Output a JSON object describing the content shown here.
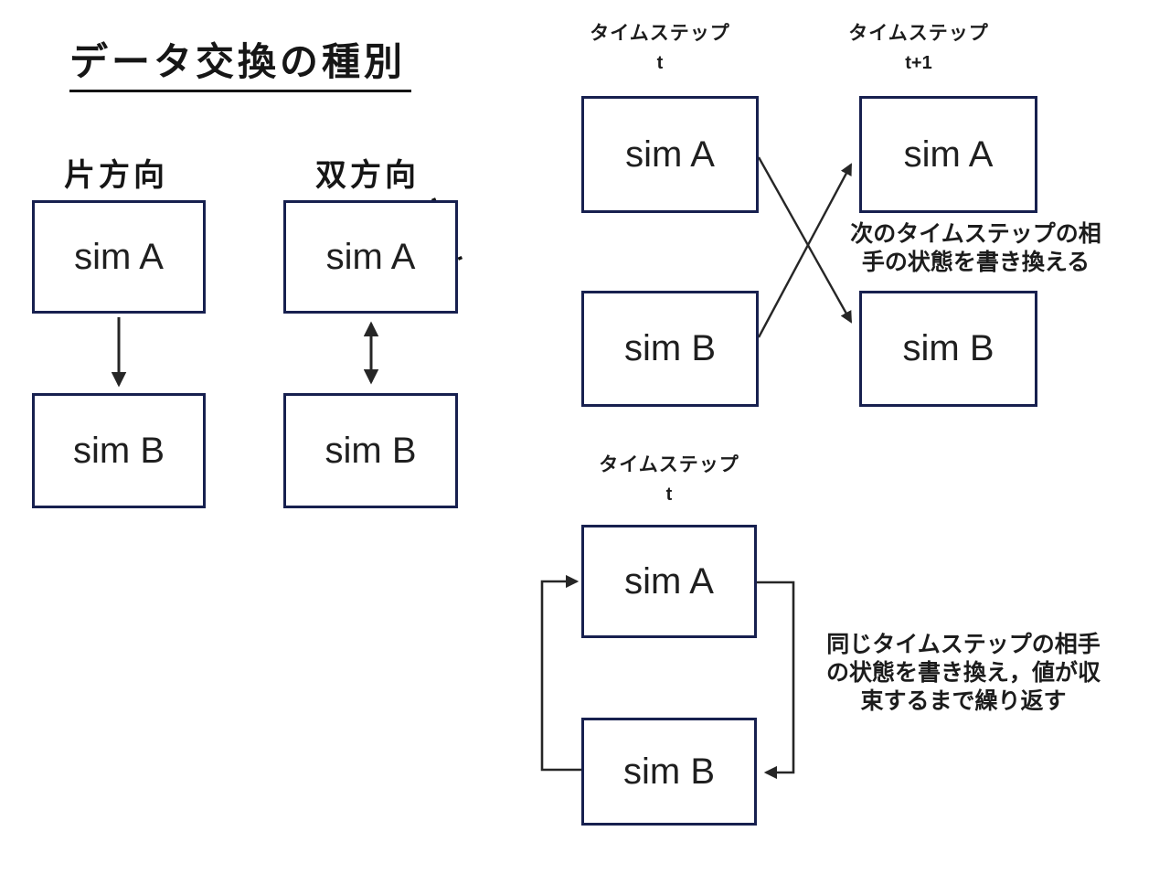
{
  "title": "データ交換の種別",
  "one_way": {
    "heading": "片方向",
    "top_box": "sim A",
    "bottom_box": "sim B"
  },
  "two_way": {
    "heading": "双方向",
    "top_box": "sim A",
    "bottom_box": "sim B"
  },
  "sequential": {
    "left_header": {
      "line1": "タイムステップ",
      "line2": "t"
    },
    "right_header": {
      "line1": "タイムステップ",
      "line2": "t+1"
    },
    "left_top_box": "sim A",
    "left_bottom_box": "sim B",
    "right_top_box": "sim A",
    "right_bottom_box": "sim B",
    "note": [
      "次のタイムステップの相",
      "手の状態を書き換える"
    ]
  },
  "iterative": {
    "header": {
      "line1": "タイムステップ",
      "line2": "t"
    },
    "top_box": "sim A",
    "bottom_box": "sim B",
    "note": [
      "同じタイムステップの相手",
      "の状態を書き換え，値が収",
      "束するまで繰り返す"
    ]
  },
  "colors": {
    "box_border": "#17204f",
    "box_fill": "#ffffff",
    "arrow": "#262626",
    "text": "#1a1a1a"
  }
}
